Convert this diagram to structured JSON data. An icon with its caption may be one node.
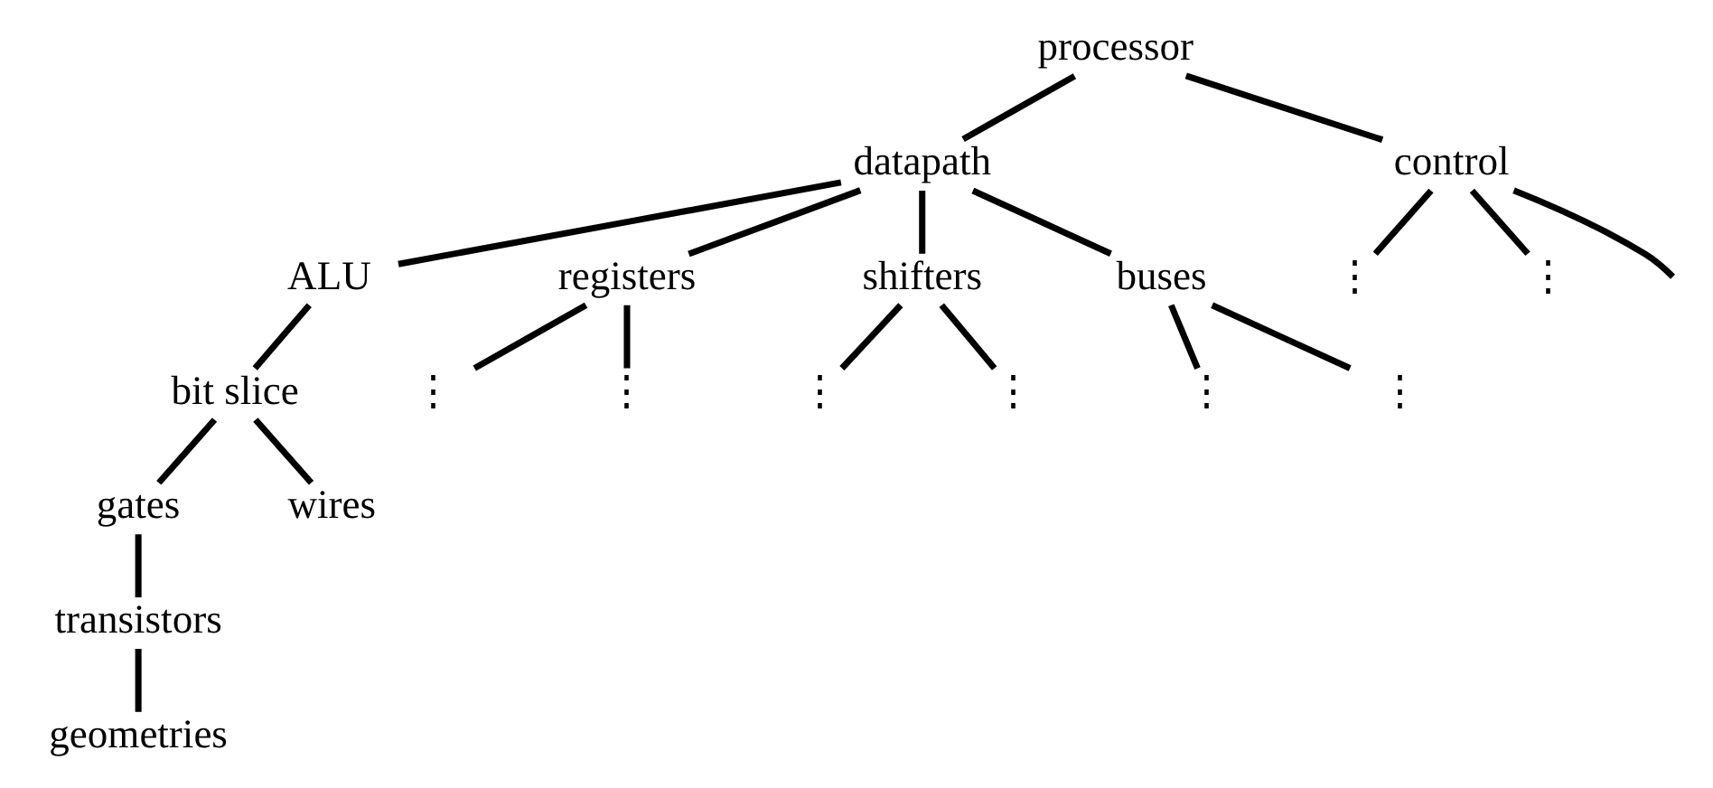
{
  "diagram": {
    "nodes": [
      {
        "text": [
          "processor"
        ]
      },
      {
        "text": [
          "datapath"
        ]
      },
      {
        "text": [
          "control"
        ]
      },
      {
        "text": [
          "ALU"
        ]
      },
      {
        "text": [
          "registers"
        ]
      },
      {
        "text": [
          "shifters"
        ]
      },
      {
        "text": [
          "buses"
        ]
      },
      {
        "text": [
          "bit slice"
        ]
      },
      {
        "text": [
          "gates"
        ]
      },
      {
        "text": [
          "wires"
        ]
      },
      {
        "text": [
          "transistors"
        ]
      },
      {
        "text": [
          "geometries"
        ]
      },
      {
        "text": [
          "⋮"
        ]
      },
      {
        "text": [
          "⋮"
        ]
      },
      {
        "text": [
          "⋮"
        ]
      },
      {
        "text": [
          "⋮"
        ]
      },
      {
        "text": [
          "⋮"
        ]
      },
      {
        "text": [
          "⋮"
        ]
      },
      {
        "text": [
          "⋮"
        ]
      },
      {
        "text": [
          "⋮"
        ]
      }
    ],
    "edges": [
      {
        "from": 0,
        "to": 1,
        "arrow": "none"
      },
      {
        "from": 0,
        "to": 2,
        "arrow": "none"
      },
      {
        "from": 1,
        "to": 3,
        "arrow": "none"
      },
      {
        "from": 1,
        "to": 4,
        "arrow": "none"
      },
      {
        "from": 1,
        "to": 5,
        "arrow": "none"
      },
      {
        "from": 1,
        "to": 6,
        "arrow": "none"
      },
      {
        "from": 3,
        "to": 7,
        "arrow": "none"
      },
      {
        "from": 7,
        "to": 8,
        "arrow": "none"
      },
      {
        "from": 7,
        "to": 9,
        "arrow": "none"
      },
      {
        "from": 8,
        "to": 10,
        "arrow": "none"
      },
      {
        "from": 10,
        "to": 11,
        "arrow": "none"
      },
      {
        "from": 4,
        "to": 12,
        "arrow": "none"
      },
      {
        "from": 4,
        "to": 13,
        "arrow": "none"
      },
      {
        "from": 5,
        "to": 14,
        "arrow": "none"
      },
      {
        "from": 5,
        "to": 15,
        "arrow": "none"
      },
      {
        "from": 6,
        "to": 16,
        "arrow": "none"
      },
      {
        "from": 6,
        "to": 17,
        "arrow": "none"
      },
      {
        "from": 2,
        "to": 18,
        "arrow": "none"
      },
      {
        "from": 2,
        "to": 19,
        "arrow": "none"
      },
      {
        "from": 2,
        "to": null,
        "arrow": "none"
      }
    ]
  }
}
